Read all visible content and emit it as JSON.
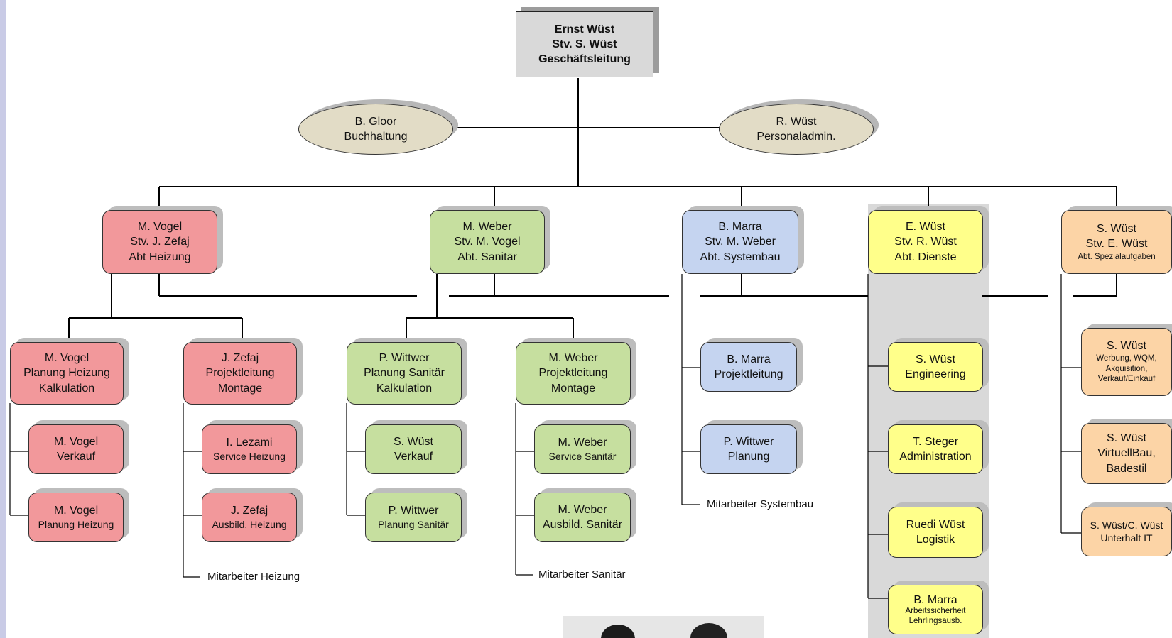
{
  "top": {
    "lines": [
      "Ernst Wüst",
      "Stv. S. Wüst",
      "Geschäftsleitung"
    ]
  },
  "staff": [
    {
      "id": "gloor",
      "lines": [
        "B. Gloor",
        "Buchhaltung"
      ]
    },
    {
      "id": "rwuest",
      "lines": [
        "R. Wüst",
        "Personaladmin."
      ]
    }
  ],
  "departments": [
    {
      "id": "heizung",
      "lines": [
        "M. Vogel",
        "Stv. J. Zefaj",
        "Abt Heizung"
      ]
    },
    {
      "id": "sanitaer",
      "lines": [
        "M. Weber",
        "Stv. M. Vogel",
        "Abt. Sanitär"
      ]
    },
    {
      "id": "systembau",
      "lines": [
        "B. Marra",
        "Stv. M. Weber",
        "Abt. Systembau"
      ]
    },
    {
      "id": "dienste",
      "lines": [
        "E. Wüst",
        "Stv. R. Wüst",
        "Abt. Dienste"
      ]
    },
    {
      "id": "spezial",
      "lines": [
        "S. Wüst",
        "Stv. E. Wüst",
        "Abt. Spezialaufgaben"
      ]
    }
  ],
  "units": [
    {
      "id": "vogel-planung",
      "lines": [
        "M. Vogel",
        "Planung Heizung",
        "Kalkulation"
      ]
    },
    {
      "id": "vogel-verkauf",
      "lines": [
        "M. Vogel",
        "Verkauf"
      ]
    },
    {
      "id": "vogel-planung2",
      "lines": [
        "M. Vogel",
        "Planung Heizung"
      ]
    },
    {
      "id": "zefaj-projekt",
      "lines": [
        "J. Zefaj",
        "Projektleitung",
        "Montage"
      ]
    },
    {
      "id": "lezami-service",
      "lines": [
        "I. Lezami",
        "Service Heizung"
      ]
    },
    {
      "id": "zefaj-ausbild",
      "lines": [
        "J. Zefaj",
        "Ausbild. Heizung"
      ]
    },
    {
      "id": "wittwer-planung",
      "lines": [
        "P. Wittwer",
        "Planung Sanitär",
        "Kalkulation"
      ]
    },
    {
      "id": "swuest-verkauf",
      "lines": [
        "S. Wüst",
        "Verkauf"
      ]
    },
    {
      "id": "wittwer-planung2",
      "lines": [
        "P. Wittwer",
        "Planung Sanitär"
      ]
    },
    {
      "id": "weber-projekt",
      "lines": [
        "M. Weber",
        "Projektleitung",
        "Montage"
      ]
    },
    {
      "id": "weber-service",
      "lines": [
        "M. Weber",
        "Service Sanitär"
      ]
    },
    {
      "id": "weber-ausbild",
      "lines": [
        "M. Weber",
        "Ausbild. Sanitär"
      ]
    },
    {
      "id": "marra-projekt",
      "lines": [
        "B. Marra",
        "Projektleitung"
      ]
    },
    {
      "id": "wittwer-sys",
      "lines": [
        "P. Wittwer",
        "Planung"
      ]
    },
    {
      "id": "swuest-eng",
      "lines": [
        "S. Wüst",
        "Engineering"
      ]
    },
    {
      "id": "steger-admin",
      "lines": [
        "T. Steger",
        "Administration"
      ]
    },
    {
      "id": "ruedi-logistik",
      "lines": [
        "Ruedi Wüst",
        "Logistik"
      ]
    },
    {
      "id": "marra-sicherheit",
      "lines": [
        "B. Marra",
        "Arbeitssicherheit",
        "Lehrlingsausb."
      ]
    },
    {
      "id": "swuest-werbung",
      "lines": [
        "S. Wüst",
        "Werbung, WQM,",
        "Akquisition,",
        "Verkauf/Einkauf"
      ]
    },
    {
      "id": "swuest-virtuell",
      "lines": [
        "S. Wüst",
        "VirtuellBau,",
        "Badestil"
      ]
    },
    {
      "id": "swuest-it",
      "lines": [
        "S. Wüst/C. Wüst",
        "Unterhalt IT"
      ]
    }
  ],
  "staff_labels": {
    "heizung": "Mitarbeiter Heizung",
    "sanitaer": "Mitarbeiter Sanitär",
    "systembau": "Mitarbeiter Systembau"
  },
  "colors": {
    "heizung": "#f2989b",
    "sanitaer": "#c6df9f",
    "systembau": "#c5d4f0",
    "dienste": "#ffff8a",
    "spezial": "#fcd4a6",
    "leitung": "#d9d9d9",
    "stab": "#e2dcc6"
  }
}
